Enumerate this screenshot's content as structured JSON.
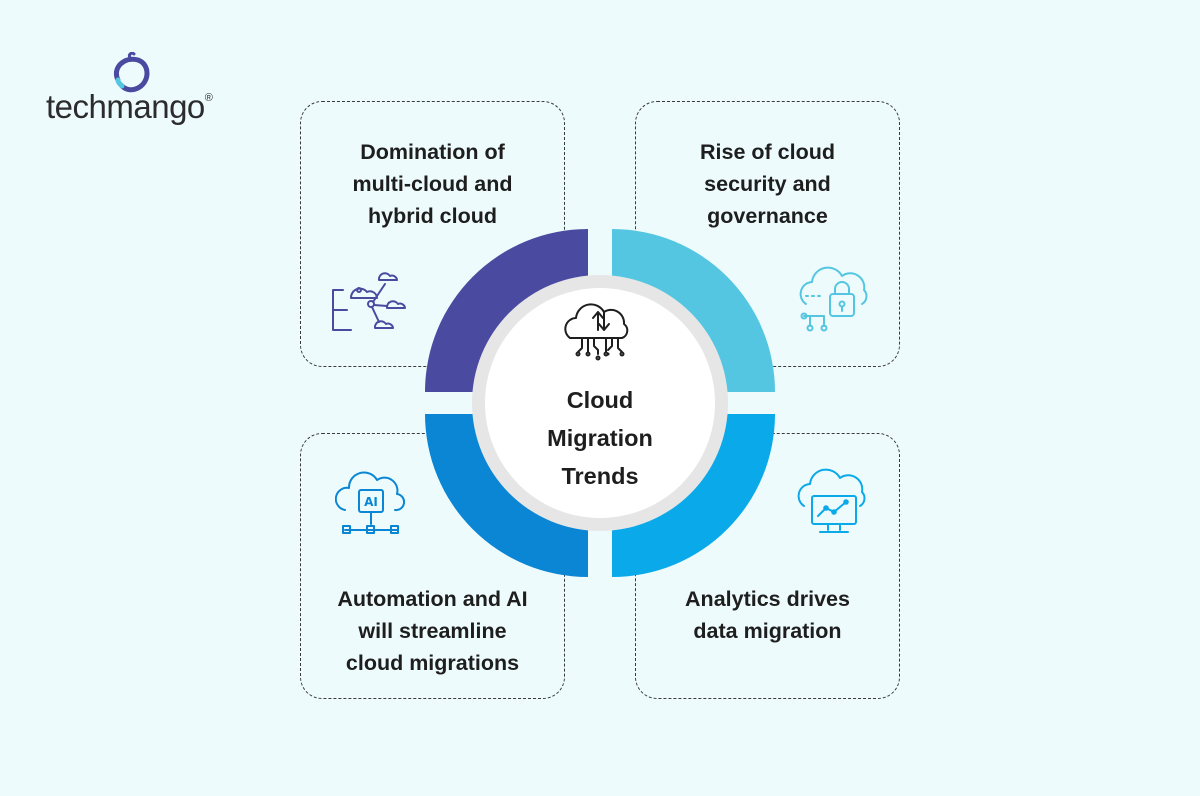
{
  "brand": {
    "name_bold": "tech",
    "name_light": "mango",
    "registered_mark": "®"
  },
  "center": {
    "title": "Cloud\nMigration\nTrends",
    "icon": "cloud-migration-icon"
  },
  "cards": [
    {
      "id": "top-left",
      "title": "Domination of\nmulti-cloud and\nhybrid cloud",
      "icon": "multi-cloud-network-icon",
      "color": "#4a4aa0"
    },
    {
      "id": "top-right",
      "title": "Rise of cloud\nsecurity and\ngovernance",
      "icon": "cloud-lock-icon",
      "color": "#55c6e2"
    },
    {
      "id": "bottom-left",
      "title": "Automation and AI\nwill streamline\ncloud migrations",
      "icon": "ai-cloud-icon",
      "color": "#0a86d4"
    },
    {
      "id": "bottom-right",
      "title": "Analytics drives\ndata migration",
      "icon": "cloud-analytics-icon",
      "color": "#0aa9ea"
    }
  ],
  "colors": {
    "background": "#eefbfd",
    "quadrant_top_left": "#4a4aa0",
    "quadrant_top_right": "#55c6e2",
    "quadrant_bottom_left": "#0a86d4",
    "quadrant_bottom_right": "#0aa9ea",
    "logo_accent": "#4a4aa0"
  }
}
